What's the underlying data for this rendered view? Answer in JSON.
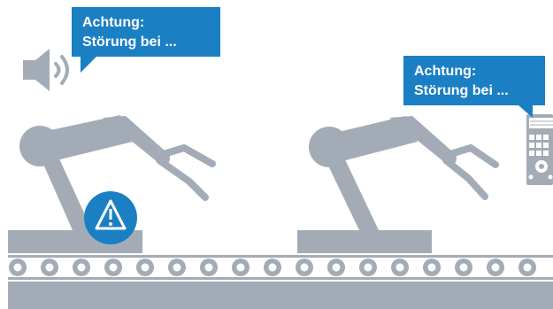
{
  "notifications": [
    {
      "line1": "Achtung:",
      "line2": "Störung bei ..."
    },
    {
      "line1": "Achtung:",
      "line2": "Störung bei ..."
    }
  ],
  "icons": {
    "speaker": "speaker-icon",
    "warning": "warning-triangle-icon",
    "device": "control-panel-device-icon",
    "robot_arm": "robot-arm-icon",
    "conveyor": "conveyor-belt-icon"
  },
  "colors": {
    "machine_gray": "#a3acb6",
    "accent_blue": "#1b7fc4",
    "background": "#ffffff"
  }
}
